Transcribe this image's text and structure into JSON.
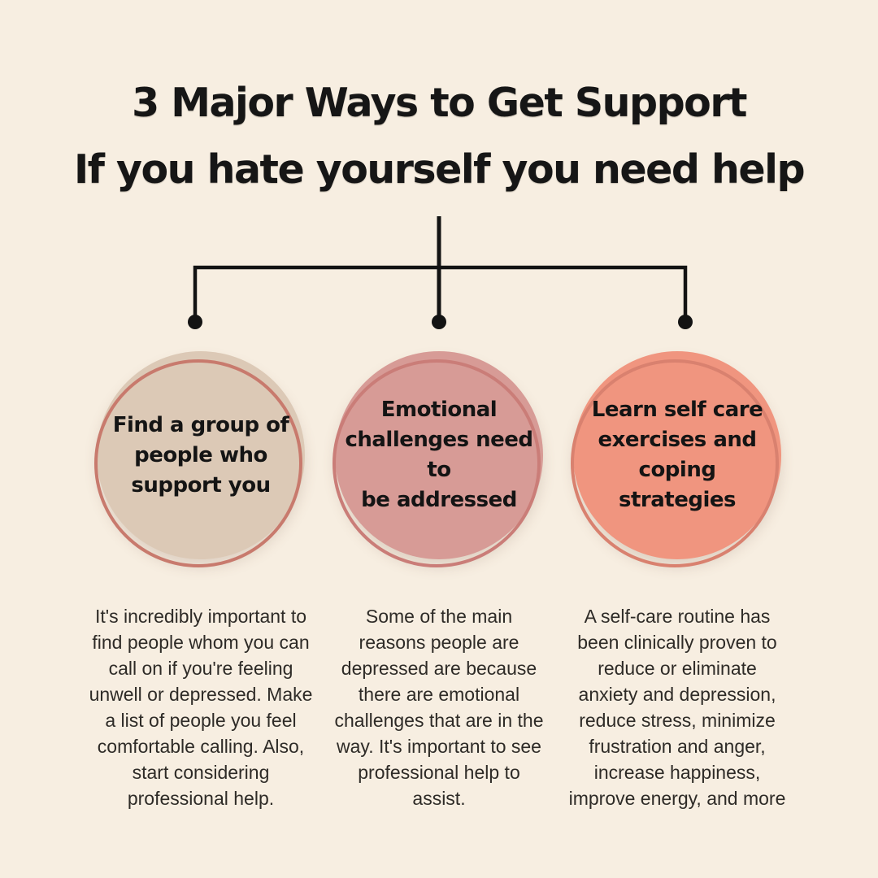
{
  "page": {
    "background_color": "#f7eee1"
  },
  "title": {
    "line1": "3 Major Ways to Get Support",
    "line2": "If you hate yourself you need help",
    "color": "#161616"
  },
  "connector": {
    "color": "#131313"
  },
  "body_text": {
    "color": "#2e2b27"
  },
  "columns": [
    {
      "heading": "Find a group of\npeople who\nsupport you",
      "body": "It's incredibly important to\nfind people whom you can\ncall on if you're feeling\nunwell or depressed. Make\na list of people you feel\ncomfortable calling. Also,\nstart considering\nprofessional help.",
      "circle_fill": "#dcc9b6",
      "circle_ring": "#c87a6d"
    },
    {
      "heading": "Emotional\nchallenges need to\nbe addressed",
      "body": "Some of the main\nreasons people are\ndepressed are because\nthere are emotional\nchallenges that are in the\nway. It's important to see\nprofessional help to\nassist.",
      "circle_fill": "#d79b96",
      "circle_ring": "#ca7d78"
    },
    {
      "heading": "Learn self care\nexercises and\ncoping strategies",
      "body": "A self-care routine has\nbeen clinically proven to\nreduce or eliminate\nanxiety and depression,\nreduce stress, minimize\nfrustration and anger,\nincrease happiness,\nimprove energy, and more",
      "circle_fill": "#f0957f",
      "circle_ring": "#d9816f"
    }
  ]
}
